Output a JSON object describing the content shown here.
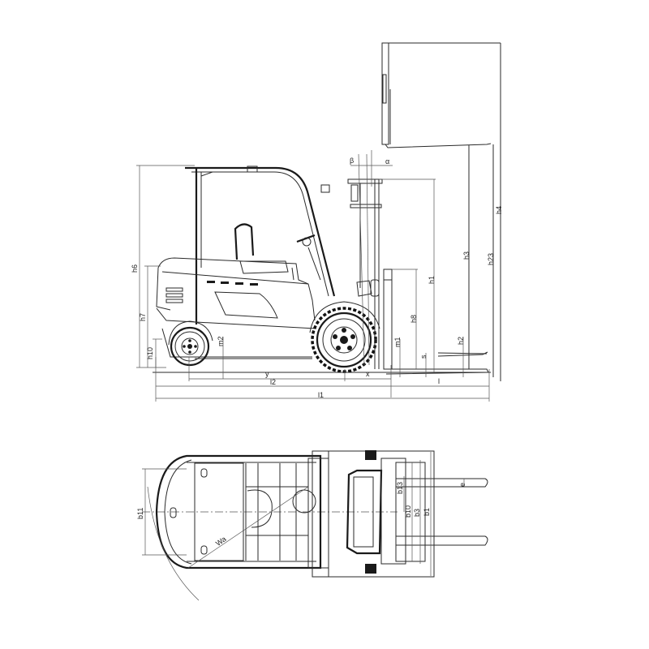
{
  "diagram": {
    "type": "forklift dimension drawing",
    "colors": {
      "line": "#2a2a2a",
      "background": "#ffffff"
    }
  },
  "side_view": {
    "dimensions": {
      "h6": "h6",
      "h7": "h7",
      "h10": "h10",
      "m2": "m2",
      "y": "y",
      "l2": "l2",
      "l1": "l1",
      "x": "x",
      "l": "l",
      "m1": "m1",
      "s": "s",
      "h8": "h8",
      "h1": "h1",
      "h2": "h2",
      "h3": "h3",
      "h23": "h23",
      "h4": "h4",
      "beta": "β",
      "alpha": "α"
    }
  },
  "top_view": {
    "dimensions": {
      "b11": "b11",
      "wa": "Wa",
      "b13": "b13",
      "b10": "b10",
      "b3": "b3",
      "b1": "b1",
      "e": "e"
    }
  }
}
